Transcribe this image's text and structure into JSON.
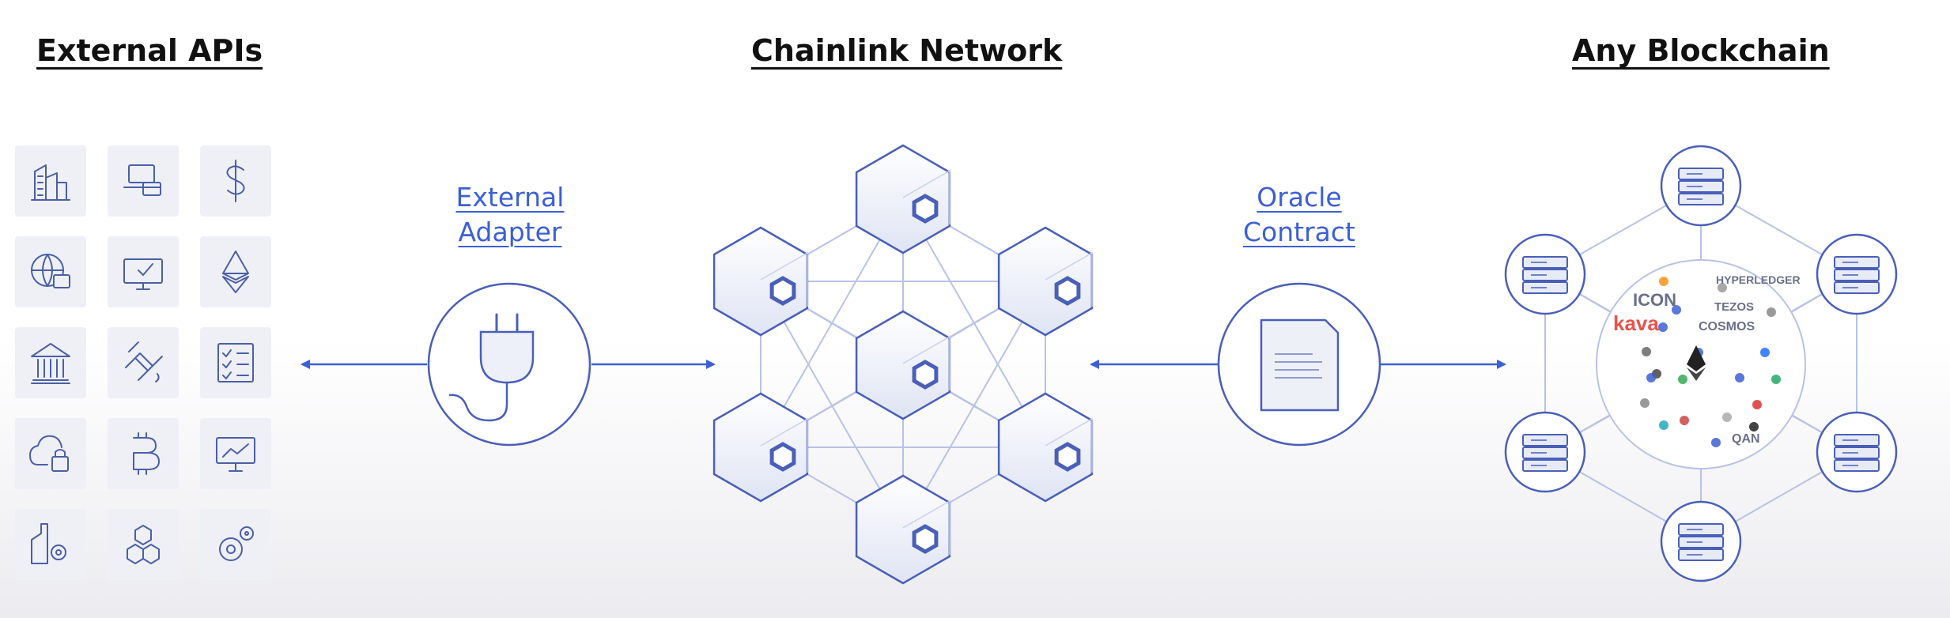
{
  "headings": {
    "external_apis": "External APIs",
    "chainlink_network": "Chainlink Network",
    "any_blockchain": "Any Blockchain"
  },
  "labels": {
    "external_adapter": [
      "External",
      "Adapter"
    ],
    "oracle_contract": [
      "Oracle",
      "Contract"
    ]
  },
  "api_icons": [
    "buildings-icon",
    "laptop-card-icon",
    "dollar-icon",
    "globe-wallet-icon",
    "monitor-check-icon",
    "ethereum-icon",
    "bank-icon",
    "satellite-icon",
    "checklist-icon",
    "cloud-lock-icon",
    "bitcoin-icon",
    "monitor-chart-icon",
    "factory-gear-icon",
    "cubes-icon",
    "gears-icon"
  ],
  "blockchain_logos": [
    "ICON",
    "kava",
    "COSMOS",
    "TEZOS",
    "QAN",
    "HYPERLEDGER"
  ],
  "colors": {
    "accent": "#3c5fd6",
    "node_stroke": "#4a5fb8",
    "line_light": "#b8c2e6",
    "tile_bg": "#eef0f6",
    "icon_stroke": "#4b5fa6"
  }
}
